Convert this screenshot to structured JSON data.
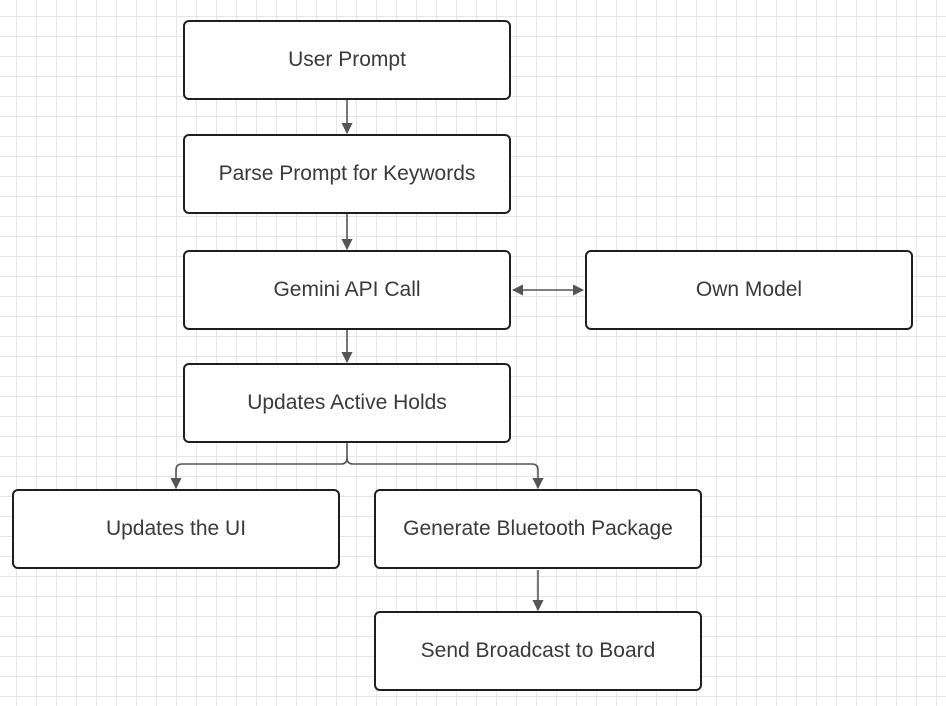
{
  "diagram": {
    "nodes": {
      "user_prompt": "User Prompt",
      "parse_prompt": "Parse Prompt for Keywords",
      "gemini_call": "Gemini API Call",
      "own_model": "Own Model",
      "active_holds": "Updates Active Holds",
      "updates_ui": "Updates the UI",
      "bt_package": "Generate Bluetooth Package",
      "send_broadcast": "Send Broadcast to Board"
    },
    "edges": [
      {
        "from": "user_prompt",
        "to": "parse_prompt",
        "direction": "forward"
      },
      {
        "from": "parse_prompt",
        "to": "gemini_call",
        "direction": "forward"
      },
      {
        "from": "gemini_call",
        "to": "own_model",
        "direction": "bidirectional"
      },
      {
        "from": "gemini_call",
        "to": "active_holds",
        "direction": "forward"
      },
      {
        "from": "active_holds",
        "to": "updates_ui",
        "direction": "forward"
      },
      {
        "from": "active_holds",
        "to": "bt_package",
        "direction": "forward"
      },
      {
        "from": "bt_package",
        "to": "send_broadcast",
        "direction": "forward"
      }
    ],
    "colors": {
      "node_border": "#1f1f1f",
      "node_text": "#3a3a3a",
      "connector": "#555555",
      "grid": "#e6e6e6"
    }
  }
}
